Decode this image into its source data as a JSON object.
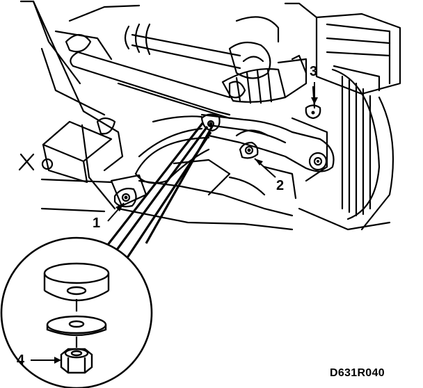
{
  "diagram": {
    "callouts": [
      {
        "id": "1",
        "label": "1"
      },
      {
        "id": "2",
        "label": "2"
      },
      {
        "id": "3",
        "label": "3"
      },
      {
        "id": "4",
        "label": "4"
      }
    ],
    "drawing_code": "D631R040"
  },
  "colors": {
    "ink": "#000000",
    "paper": "#ffffff"
  }
}
